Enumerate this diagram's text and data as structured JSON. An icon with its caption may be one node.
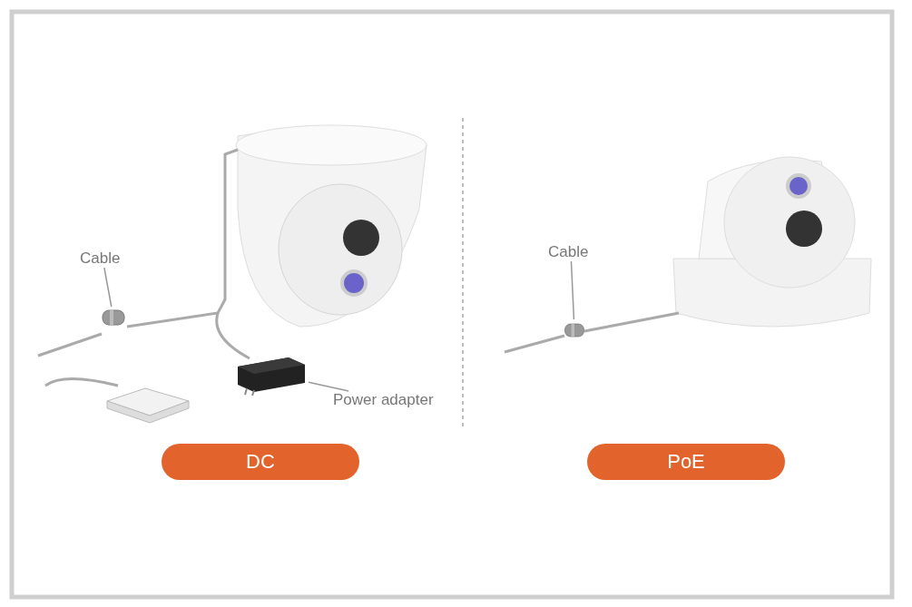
{
  "diagram": {
    "nodes": [
      {
        "text": [
          "Cable"
        ]
      },
      {
        "text": [],
        "shape": "picture"
      },
      {
        "text": [
          "Power adapter"
        ]
      },
      {
        "text": [],
        "shape": "picture"
      },
      {
        "text": [
          "DC"
        ]
      },
      {
        "text": [
          "Cable"
        ]
      },
      {
        "text": [],
        "shape": "picture"
      },
      {
        "text": [
          "PoE"
        ]
      }
    ],
    "edges": [
      {
        "from": 0,
        "to": 1,
        "arrow": "none"
      },
      {
        "from": 2,
        "to": 3,
        "arrow": "none"
      },
      {
        "from": 5,
        "to": 6,
        "arrow": "none"
      }
    ]
  }
}
